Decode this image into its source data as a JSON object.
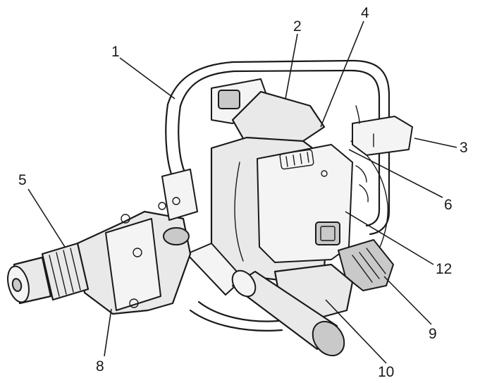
{
  "callouts": [
    {
      "id": "1",
      "label": "1"
    },
    {
      "id": "2",
      "label": "2"
    },
    {
      "id": "3",
      "label": "3"
    },
    {
      "id": "4",
      "label": "4"
    },
    {
      "id": "5",
      "label": "5"
    },
    {
      "id": "6",
      "label": "6"
    },
    {
      "id": "8",
      "label": "8"
    },
    {
      "id": "9",
      "label": "9"
    },
    {
      "id": "10",
      "label": "10"
    },
    {
      "id": "12",
      "label": "12"
    }
  ]
}
